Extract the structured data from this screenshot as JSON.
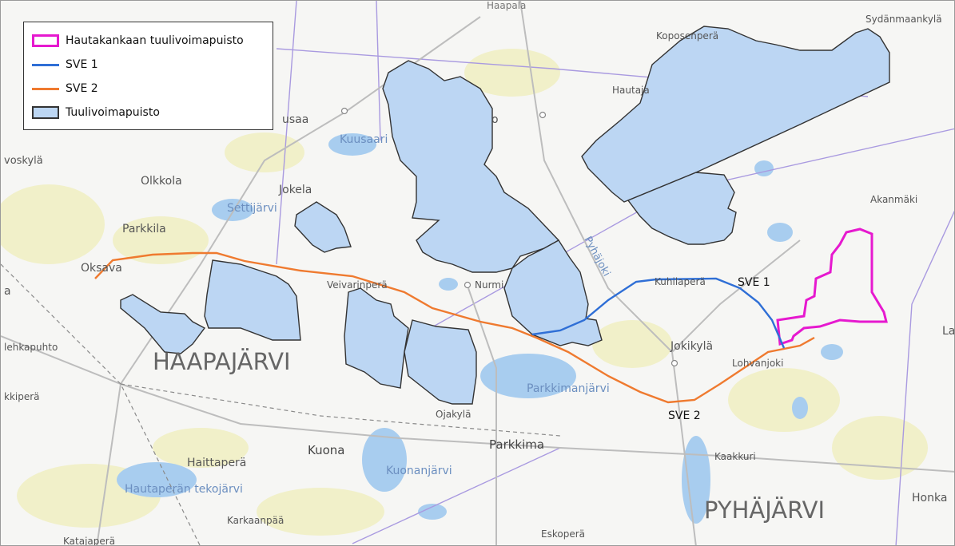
{
  "map": {
    "legend": {
      "items": [
        {
          "label": "Hautakankaan tuulivoimapuisto",
          "symbol": "park-outline"
        },
        {
          "label": "SVE 1",
          "symbol": "sve1-line"
        },
        {
          "label": "SVE 2",
          "symbol": "sve2-line"
        },
        {
          "label": "Tuulivoimapuisto",
          "symbol": "wind-area"
        }
      ]
    },
    "route_labels": {
      "sve1": "SVE 1",
      "sve2": "SVE 2"
    },
    "places": {
      "haapajarvi": "HAAPAJÄRVI",
      "pyhajarvi": "PYHÄJÄRVI",
      "oksava": "Oksava",
      "parkkila": "Parkkila",
      "olkkola": "Olkkola",
      "jokela": "Jokela",
      "settijarvi": "Settijärvi",
      "voskyla": "voskylä",
      "usaa": "usaa",
      "kuusaari": "Kuusaari",
      "o_label": "o",
      "veivarinpera": "Veivarinperä",
      "nurmi": "Nurmi",
      "pyhajoki": "Pyhäjoki",
      "kuhilapera": "Kuhilaperä",
      "jokikyla": "Jokikylä",
      "lohvanjoki": "Lohvanjoki",
      "parkkimanjarvi": "Parkkimanjärvi",
      "ojakyla": "Ojakylä",
      "parkkima": "Parkkima",
      "kuona": "Kuona",
      "kuonanjarvi": "Kuonanjärvi",
      "haittapera": "Haittaperä",
      "hautaperan_tekojarvi": "Hautaperän tekojärvi",
      "karkaanpaa": "Karkaanpää",
      "kataiapera": "Katajaperä",
      "eskopera": "Eskoperä",
      "kaakkuri": "Kaakkuri",
      "honka": "Honka",
      "akanmaki": "Akanmäki",
      "sydanmaankyla": "Sydänmaankylä",
      "koposenpera": "Koposenperä",
      "hautaja": "Hautaja",
      "lehkapuhto": "lehkapuhto",
      "kkipera": "kkiperä",
      "la": "La",
      "a_left": "a",
      "top_label": "Haapala"
    },
    "colors": {
      "wind_area_fill": "#bcd6f3",
      "wind_area_stroke": "#333333",
      "park_outline": "#e619cf",
      "sve1": "#2f6fd6",
      "sve2": "#ef7a2f",
      "water": "#a8cdef",
      "field": "#f3f2c4",
      "road": "#b8b8b8",
      "boundary": "#a99ae0"
    }
  }
}
